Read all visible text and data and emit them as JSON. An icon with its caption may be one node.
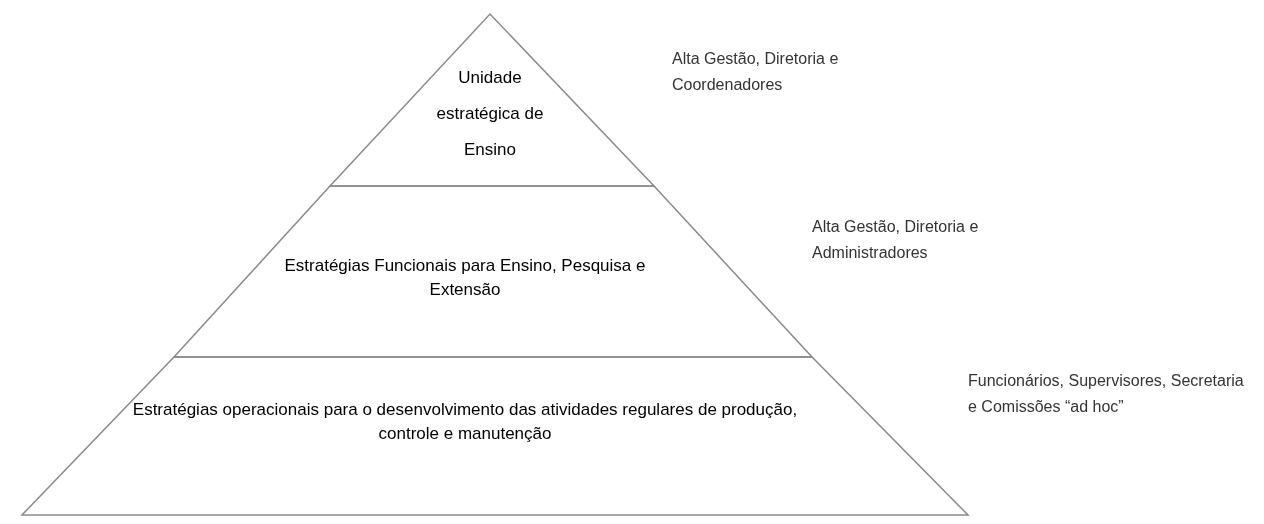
{
  "diagram": {
    "nodes": [
      {
        "text": [
          "Unidade estratégica de Ensino"
        ],
        "beside": [
          "Alta Gestão, Diretoria e Coordenadores"
        ]
      },
      {
        "text": [
          "Estratégias Funcionais para Ensino, Pesquisa e Extensão"
        ],
        "beside": [
          "Alta Gestão, Diretoria e Administradores"
        ]
      },
      {
        "text": [
          "Estratégias operacionais para o desenvolvimento das atividades regulares de produção, controle e manutenção"
        ],
        "beside": [
          "Funcionários, Supervisores, Secretaria e Comissões “ad hoc”"
        ]
      }
    ],
    "edges": []
  }
}
